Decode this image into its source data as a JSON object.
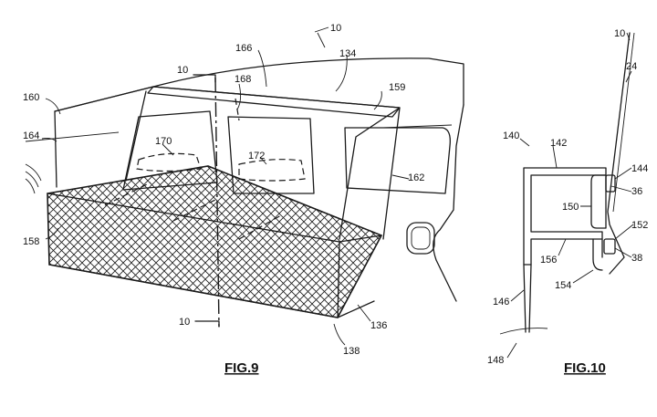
{
  "figures": [
    {
      "label": "FIG.9",
      "refs": [
        "10",
        "166",
        "134",
        "10",
        "168",
        "159",
        "160",
        "164",
        "170",
        "172",
        "162",
        "158",
        "10",
        "136",
        "138"
      ]
    },
    {
      "label": "FIG.10",
      "refs": [
        "10",
        "24",
        "140",
        "142",
        "144",
        "36",
        "150",
        "152",
        "38",
        "156",
        "154",
        "146",
        "148"
      ]
    }
  ]
}
